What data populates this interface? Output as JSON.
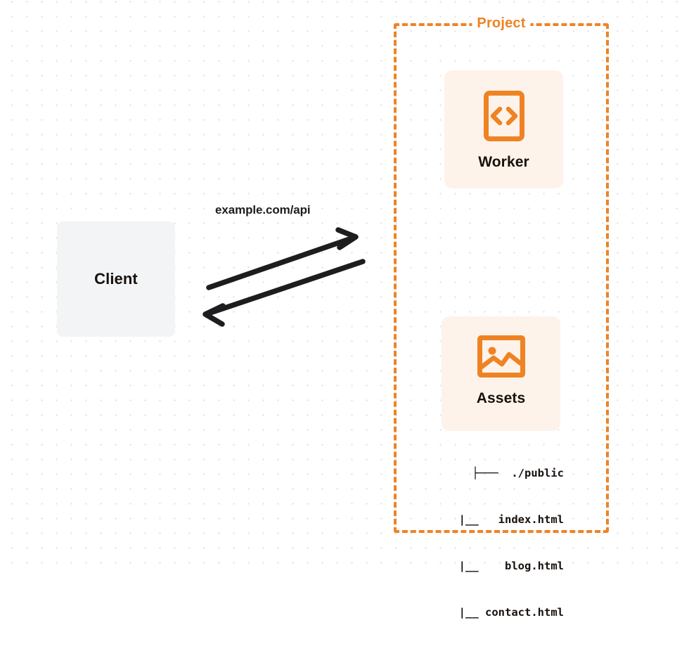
{
  "diagram": {
    "title_group": "Project",
    "background": "dot-grid",
    "colors": {
      "orange": "#ef8323",
      "card_fill": "#fdf3ea",
      "client_fill": "#f3f4f6",
      "text": "#17110d",
      "arrow": "#1d1d1f",
      "dot_grid": "#e9e9ea"
    },
    "client": {
      "label": "Client"
    },
    "connection": {
      "label": "example.com/api",
      "direction": "bidirectional",
      "arrow_out_name": "request-arrow",
      "arrow_in_name": "response-arrow"
    },
    "services": [
      {
        "label": "Worker",
        "icon": "code-brackets-icon"
      },
      {
        "label": "Assets",
        "icon": "image-icon"
      }
    ],
    "file_tree": [
      "├───  ./public",
      "    |__   index.html",
      "    |__    blog.html",
      "    |__ contact.html"
    ]
  }
}
